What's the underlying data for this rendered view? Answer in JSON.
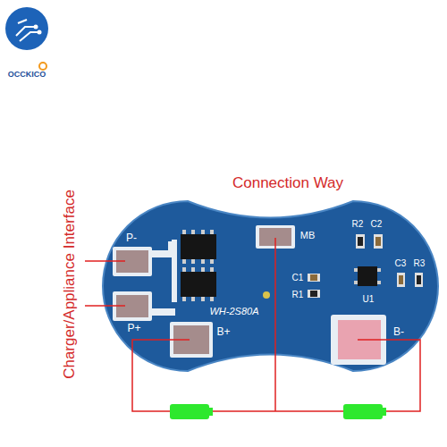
{
  "diagram": {
    "title": "Connection Way",
    "labels": [
      "OCCKICO",
      "Charger/Appliance Interface",
      "P-",
      "P+",
      "MB",
      "R2",
      "C2",
      "C1",
      "R1",
      "U1",
      "C3",
      "R3",
      "WH-2S80A",
      "B+",
      "B-"
    ]
  }
}
